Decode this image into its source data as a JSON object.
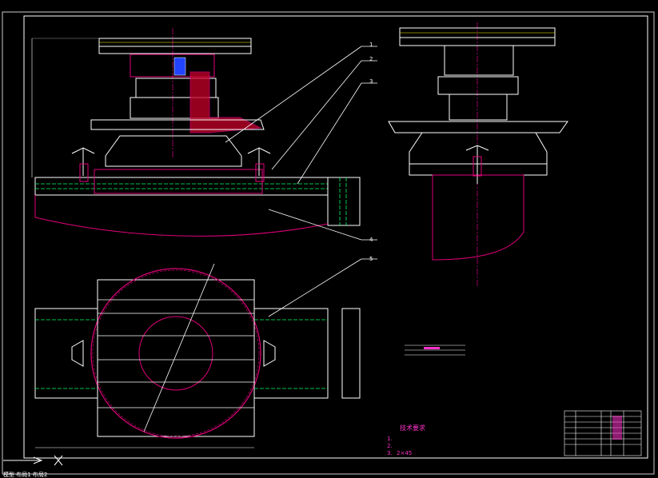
{
  "colors": {
    "background": "#000000",
    "outline": "#ffffff",
    "part": "#e0007a",
    "center": "#c0007a",
    "green": "#00ff66",
    "yellow": "#ffff00",
    "hatch": "#c8002a",
    "blue": "#2244ff"
  },
  "callouts": [
    "1",
    "2",
    "3",
    "4",
    "5"
  ],
  "tech": {
    "title": "技术要求",
    "lines": [
      "1.",
      "2.",
      "3."
    ],
    "chamfer": "2×45"
  },
  "status_bar": "模型  布局1  布局2",
  "icons": [
    "ucs-axis-icon"
  ]
}
